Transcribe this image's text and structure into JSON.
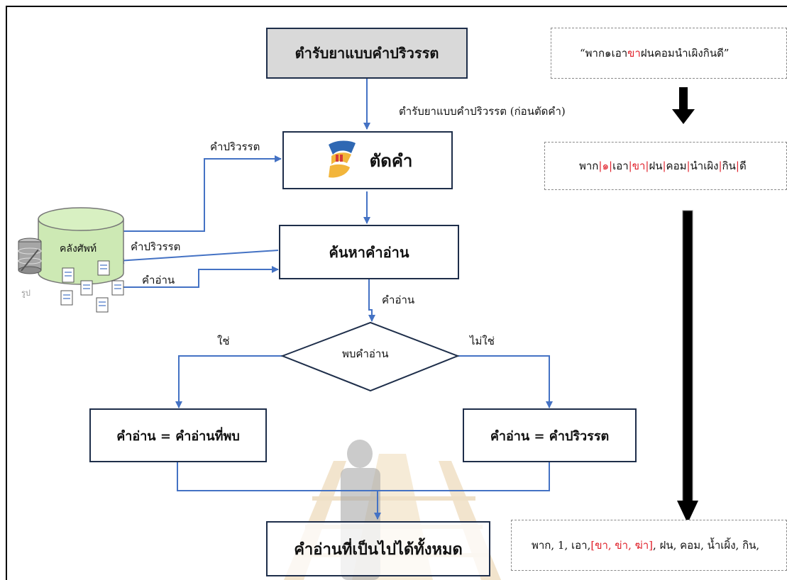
{
  "steps": {
    "input_box": "ตำรับยาแบบคำปริวรรต",
    "segment_box": "ตัดคำ",
    "search_box": "ค้นหาคำอ่าน",
    "decision": "พบคำอ่าน",
    "found_box": "คำอ่าน = คำอ่านที่พบ",
    "notfound_box": "คำอ่าน = คำปริวรรต",
    "final_box": "คำอ่านที่เป็นไปได้ทั้งหมด"
  },
  "edge_labels": {
    "input_to_segment": "ตำรับยาแบบคำปริวรรต (ก่อนตัดคำ)",
    "db_to_segment": "คำปริวรรต",
    "search_to_db": "คำปริวรรต",
    "db_to_search": "คำอ่าน",
    "search_to_decision": "คำอ่าน",
    "yes": "ใช่",
    "no": "ไม่ใช่"
  },
  "database": {
    "label": "คลังศัพท์",
    "partial_label": "รูป"
  },
  "example": {
    "original_prefix": "“พาก๑เอา",
    "original_highlight": "ขา",
    "original_suffix": "ฝนคอมนำเผิงกินดี”",
    "segmented_tokens": [
      {
        "text": "พาก",
        "red": false
      },
      {
        "text": "|",
        "red": true
      },
      {
        "text": "๑",
        "red": true
      },
      {
        "text": "|",
        "red": true
      },
      {
        "text": "เอา",
        "red": false
      },
      {
        "text": "|",
        "red": true
      },
      {
        "text": "ขา",
        "red": true
      },
      {
        "text": "|",
        "red": true
      },
      {
        "text": "ฝน",
        "red": false
      },
      {
        "text": "|",
        "red": true
      },
      {
        "text": "คอม",
        "red": false
      },
      {
        "text": "|",
        "red": true
      },
      {
        "text": "นำเผิง",
        "red": false
      },
      {
        "text": "|",
        "red": true
      },
      {
        "text": "กิน",
        "red": false
      },
      {
        "text": "|",
        "red": true
      },
      {
        "text": "ดี",
        "red": false
      }
    ],
    "result_prefix": "พาก, 1, เอา, ",
    "result_highlight": "[ขา, ข่า, ฆ่า]",
    "result_suffix": ", ฝน, คอม, น้ำเผิ้ง, กิน,"
  },
  "colors": {
    "arrow": "#4472c4",
    "box_border": "#1e2e4a",
    "highlight": "#e0202a",
    "input_fill": "#d9d9d9",
    "watermark": "#e3c89a"
  }
}
